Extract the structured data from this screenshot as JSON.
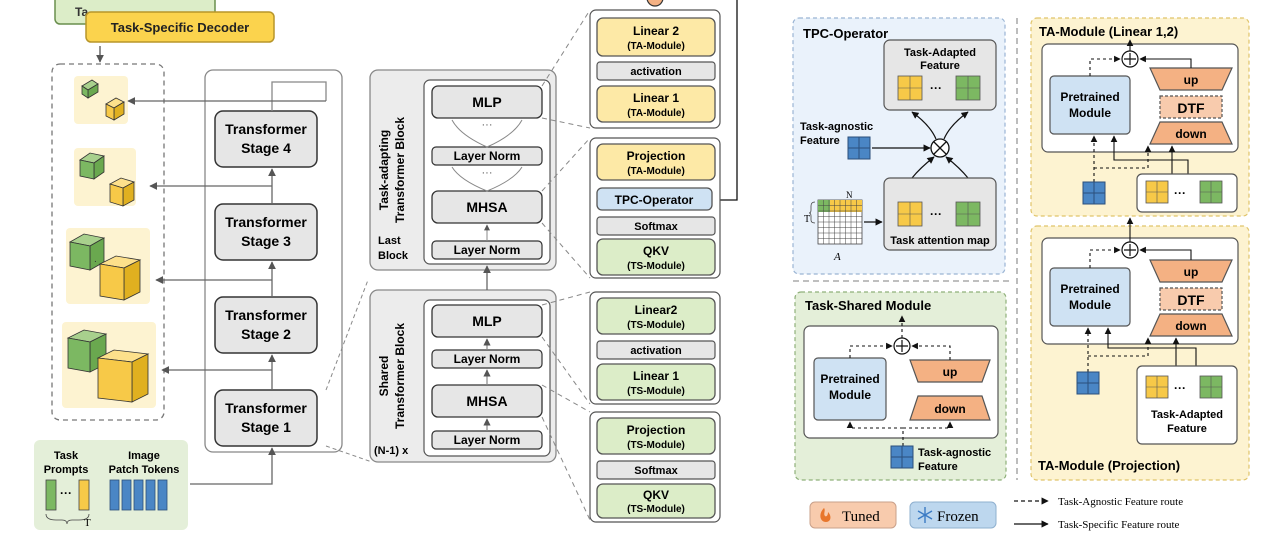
{
  "colors": {
    "yellow_fill": "#fde9a6",
    "yellow_stroke": "#b8962a",
    "green_fill": "#dcedc8",
    "green_stroke": "#6a8f4e",
    "gray_fill": "#e6e6e6",
    "blue_fill": "#cfe2f3",
    "blue_stroke": "#5b7fa6",
    "orange_fill": "#f4b183",
    "tuned_fill": "#f8cbad",
    "frozen_fill": "#bdd7ee",
    "panel_blue": "#eaf2fb",
    "panel_green": "#e4efd9",
    "panel_yellow": "#fdf3d1",
    "cube_yellow": "#f7c948",
    "cube_green": "#7cb862",
    "patch_blue": "#4a86c5"
  },
  "left": {
    "top_decoder_peek": "Ta",
    "task_specific_decoder": "Task-Specific Decoder",
    "stages": [
      {
        "line1": "Transformer",
        "line2": "Stage 4"
      },
      {
        "line1": "Transformer",
        "line2": "Stage 3"
      },
      {
        "line1": "Transformer",
        "line2": "Stage 2"
      },
      {
        "line1": "Transformer",
        "line2": "Stage 1"
      }
    ],
    "task_prompts_line1": "Task",
    "task_prompts_line2": "Prompts",
    "image_patch_line1": "Image",
    "image_patch_line2": "Patch Tokens",
    "t_label": "T"
  },
  "middle": {
    "ta_block_title_line1": "Task-adapting",
    "ta_block_title_line2": "Transformer Block",
    "last_block_line1": "Last",
    "last_block_line2": "Block",
    "shared_block_title_line1": "Shared",
    "shared_block_title_line2": "Transformer Block",
    "n_minus_1": "(N-1) x",
    "mlp": "MLP",
    "layer_norm": "Layer Norm",
    "mhsa": "MHSA",
    "dots": "···"
  },
  "detail": {
    "top_mlp": [
      {
        "line1": "Linear 2",
        "line2": "(TA-Module)",
        "kind": "yellow"
      },
      {
        "line1": "activation",
        "line2": "",
        "kind": "gray"
      },
      {
        "line1": "Linear 1",
        "line2": "(TA-Module)",
        "kind": "yellow"
      }
    ],
    "top_attn": [
      {
        "line1": "Projection",
        "line2": "(TA-Module)",
        "kind": "yellow"
      },
      {
        "line1": "TPC-Operator",
        "line2": "",
        "kind": "blue"
      },
      {
        "line1": "Softmax",
        "line2": "",
        "kind": "gray"
      },
      {
        "line1": "QKV",
        "line2": "(TS-Module)",
        "kind": "green"
      }
    ],
    "bottom_mlp": [
      {
        "line1": "Linear2",
        "line2": "(TS-Module)",
        "kind": "green"
      },
      {
        "line1": "activation",
        "line2": "",
        "kind": "gray"
      },
      {
        "line1": "Linear 1",
        "line2": "(TS-Module)",
        "kind": "green"
      }
    ],
    "bottom_attn": [
      {
        "line1": "Projection",
        "line2": "(TS-Module)",
        "kind": "green"
      },
      {
        "line1": "Softmax",
        "line2": "",
        "kind": "gray"
      },
      {
        "line1": "QKV",
        "line2": "(TS-Module)",
        "kind": "green"
      }
    ]
  },
  "tpc": {
    "title": "TPC-Operator",
    "task_adapted_line1": "Task-Adapted",
    "task_adapted_line2": "Feature",
    "task_agnostic_line1": "Task-agnostic",
    "task_agnostic_line2": "Feature",
    "task_attention_map": "Task attention map",
    "n_label": "N",
    "t_label": "T",
    "a_label": "A",
    "dots": "···"
  },
  "task_shared": {
    "title": "Task-Shared Module",
    "pretrained_line1": "Pretrained",
    "pretrained_line2": "Module",
    "up": "up",
    "down": "down",
    "task_agnostic_line1": "Task-agnostic",
    "task_agnostic_line2": "Feature"
  },
  "ta_linear": {
    "title": "TA-Module (Linear 1,2)",
    "pretrained_line1": "Pretrained",
    "pretrained_line2": "Module",
    "up": "up",
    "dtf": "DTF",
    "down": "down",
    "dots": "···"
  },
  "ta_projection": {
    "title": "TA-Module (Projection)",
    "pretrained_line1": "Pretrained",
    "pretrained_line2": "Module",
    "up": "up",
    "dtf": "DTF",
    "down": "down",
    "task_adapted_line1": "Task-Adapted",
    "task_adapted_line2": "Feature",
    "dots": "···"
  },
  "legend": {
    "tuned": "Tuned",
    "frozen": "Frozen",
    "agnostic_route": "Task-Agnostic Feature route",
    "specific_route": "Task-Specific Feature route"
  }
}
